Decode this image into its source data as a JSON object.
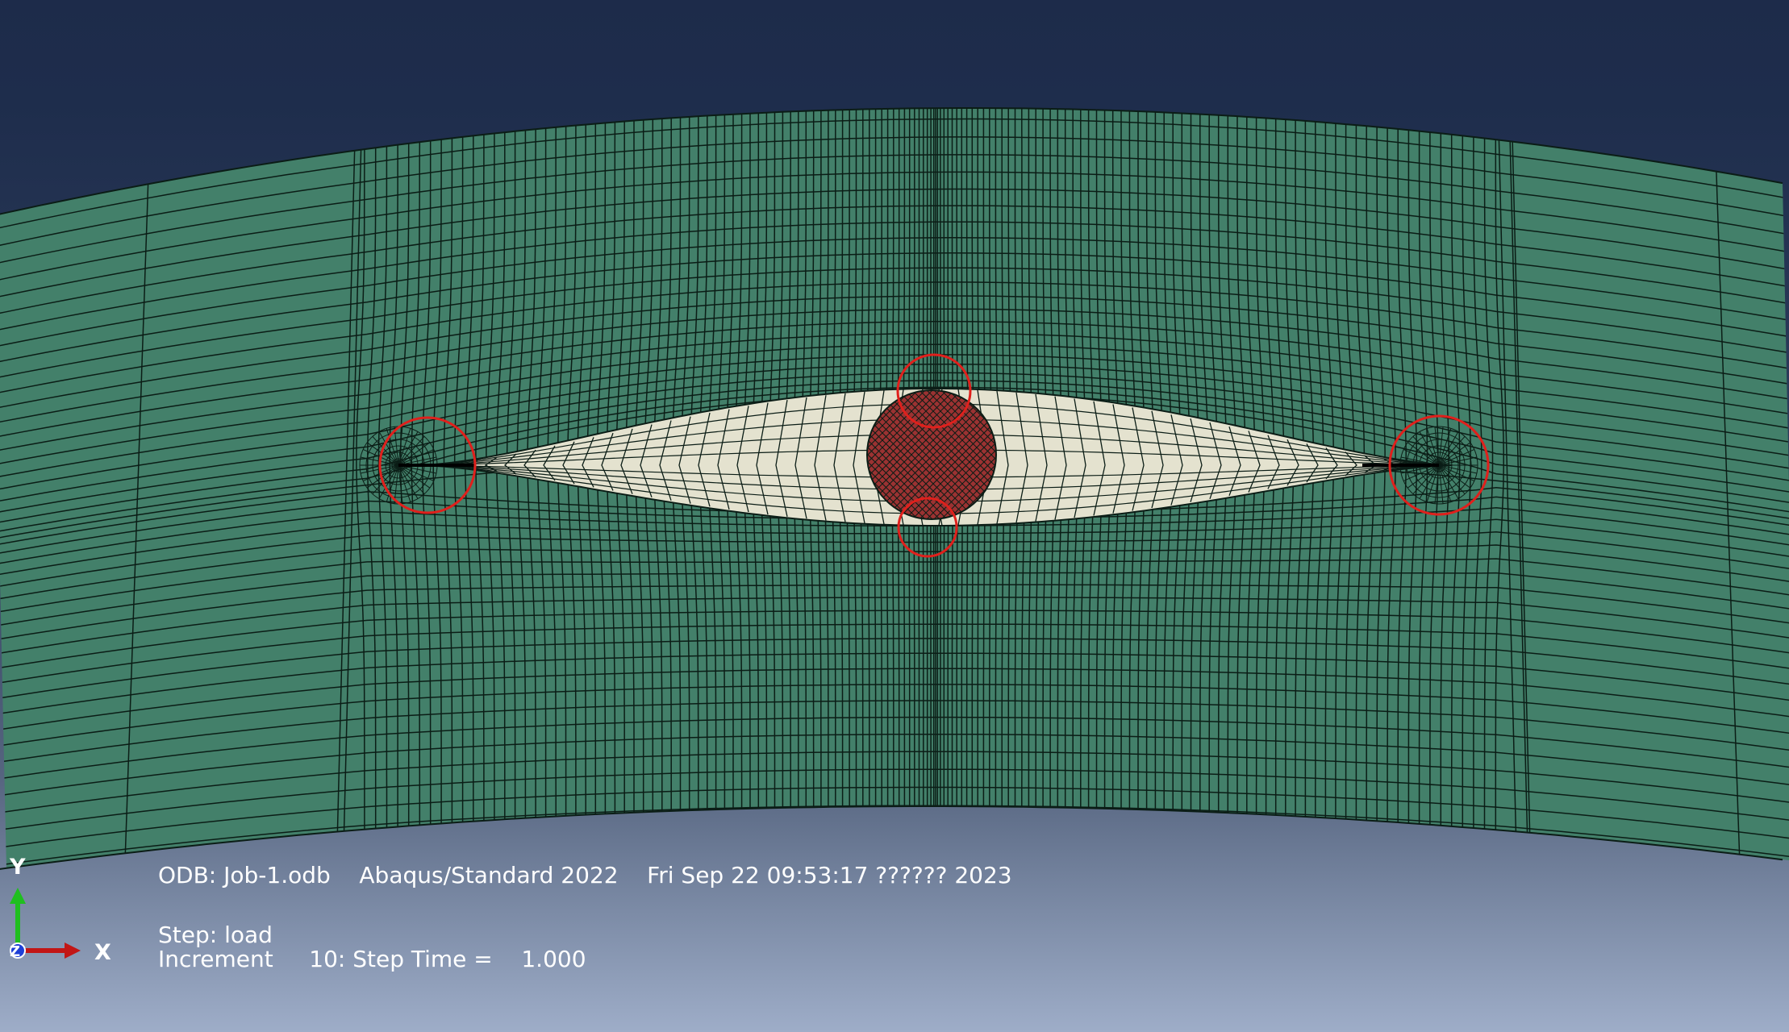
{
  "viewport": {
    "colors": {
      "mesh_fill": "#43806a",
      "mesh_line": "#0b1d16",
      "inclusion_fill": "#9b3232",
      "crack_fill": "#e4e2cf",
      "highlight_circle": "#e0201c",
      "background_top": "#1d2b4a",
      "background_bottom": "#9eadc8"
    }
  },
  "info": {
    "odb": "ODB: Job-1.odb    Abaqus/Standard 2022    Fri Sep 22 09:53:17 ?????? 2023",
    "step": "Step: load",
    "increment": "Increment     10: Step Time =    1.000"
  },
  "triad": {
    "y_label": "Y",
    "x_label": "X",
    "z_label": "Z",
    "y_color": "#1fbf1f",
    "x_color": "#c21616",
    "z_color": "#1f3fd6"
  }
}
